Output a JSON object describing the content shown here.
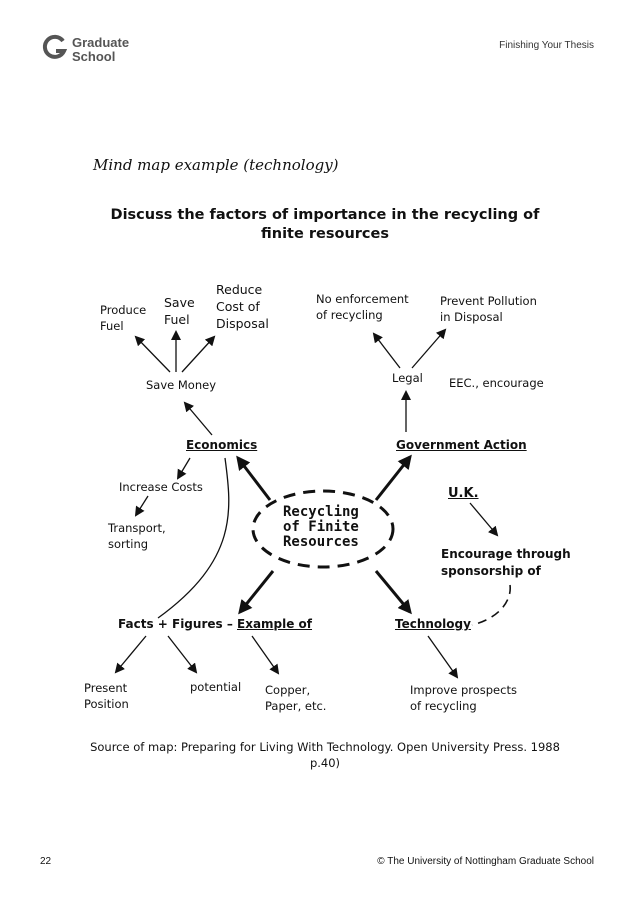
{
  "header": {
    "logo_line1": "Graduate",
    "logo_line2": "School",
    "running_title": "Finishing Your Thesis"
  },
  "subtitle": "Mind map example (technology)",
  "question": "Discuss the factors of importance in the recycling of finite resources",
  "center": {
    "line1": "Recycling",
    "line2": "of Finite",
    "line3": "Resources"
  },
  "economics": {
    "label": "Economics",
    "save_money": "Save Money",
    "produce_fuel": [
      "Produce",
      "Fuel"
    ],
    "save_fuel": [
      "Save",
      "Fuel"
    ],
    "reduce_cost": [
      "Reduce",
      "Cost of",
      "Disposal"
    ],
    "increase_costs": "Increase Costs",
    "transport_sorting": [
      "Transport,",
      "sorting"
    ]
  },
  "government": {
    "label": "Government Action",
    "legal": "Legal",
    "eec": "EEC., encourage",
    "no_enforcement": [
      "No enforcement",
      "of recycling"
    ],
    "prevent_pollution": [
      "Prevent Pollution",
      "in Disposal"
    ],
    "uk": "U.K.",
    "encourage": [
      "Encourage through",
      "sponsorship of"
    ]
  },
  "facts": {
    "label_prefix": "Facts + Figures – ",
    "label_link": "Example of",
    "present_position": [
      "Present",
      "Position"
    ],
    "potential": "potential",
    "copper_paper": [
      "Copper,",
      "Paper, etc."
    ]
  },
  "technology": {
    "label": "Technology",
    "improve": [
      "Improve prospects",
      "of recycling"
    ]
  },
  "source": "Source of map: Preparing for Living With Technology. Open University Press. 1988 p.40)",
  "footer": {
    "page_number": "22",
    "copyright": "© The University of Nottingham Graduate School"
  },
  "colors": {
    "logo_grey": "#555555",
    "ink": "#111111"
  }
}
